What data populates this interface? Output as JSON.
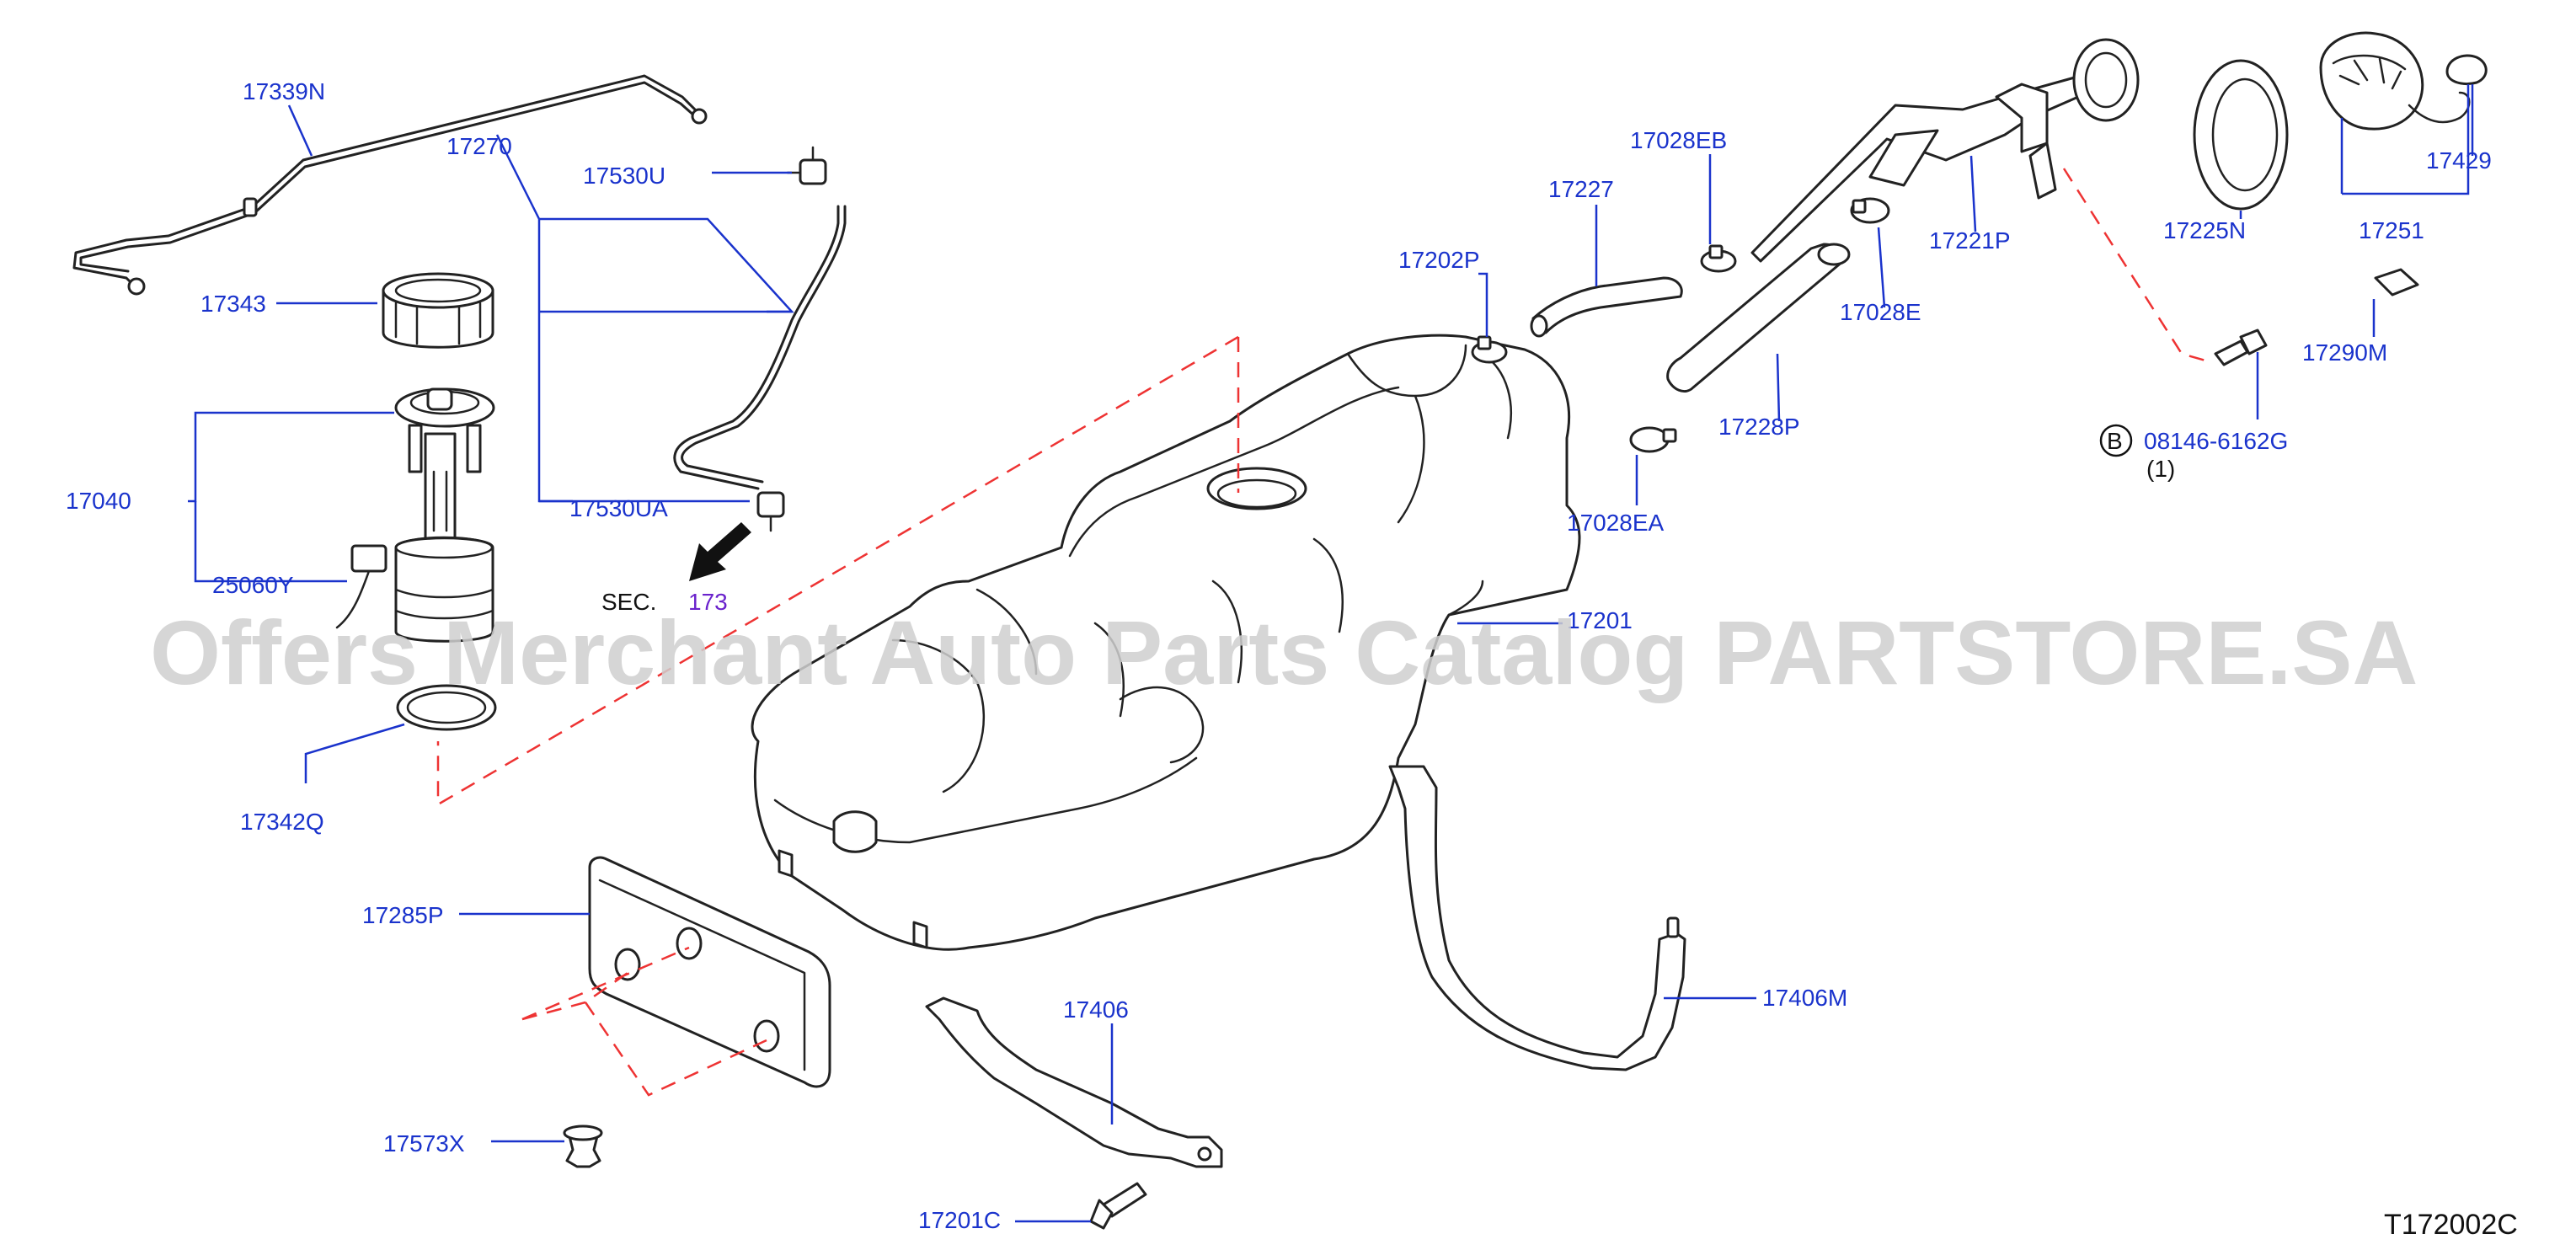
{
  "labels": {
    "p17339N": "17339N",
    "p17270": "17270",
    "p17530U": "17530U",
    "p17343": "17343",
    "p17040": "17040",
    "p17530UA": "17530UA",
    "p25060Y": "25060Y",
    "sec_prefix": "SEC.",
    "sec_num": "173",
    "p17342Q": "17342Q",
    "p17285P": "17285P",
    "p17573X": "17573X",
    "p17406": "17406",
    "p17201C": "17201C",
    "p17406M": "17406M",
    "p17201": "17201",
    "p17202P": "17202P",
    "p17227": "17227",
    "p17028EB": "17028EB",
    "p17028E": "17028E",
    "p17028EA": "17028EA",
    "p17228P": "17228P",
    "p17221P": "17221P",
    "p17225N": "17225N",
    "p17251": "17251",
    "p17429": "17429",
    "p17290M": "17290M",
    "bolt_marker": "B",
    "bolt_code": "08146-6162G",
    "bolt_qty": "(1)"
  },
  "watermark": "Offers Merchant Auto Parts Catalog PARTSTORE.SA",
  "diagram_code": "T172002C",
  "colors": {
    "label": "#1a33cc",
    "leader": "#1a33cc",
    "dashed_guide": "#ee3333",
    "part_outline": "#222222",
    "watermark": "#cfcfcf"
  }
}
